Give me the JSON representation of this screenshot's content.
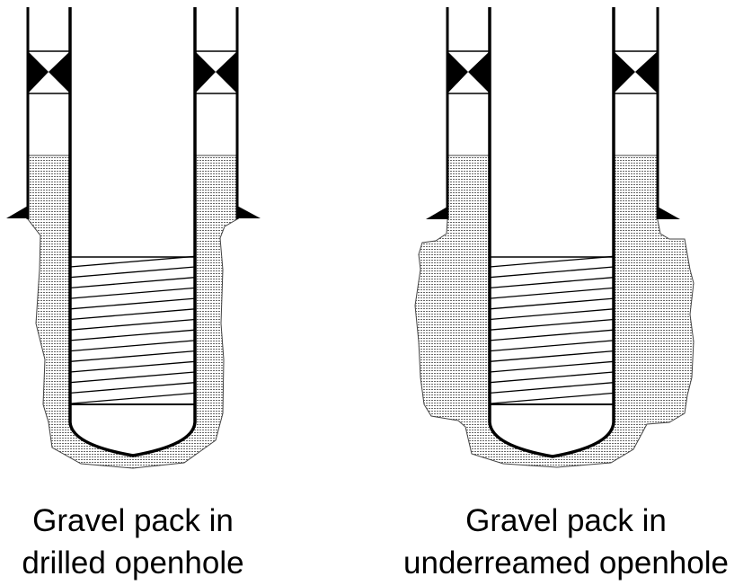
{
  "diagrams": [
    {
      "caption_line1": "Gravel pack in",
      "caption_line2": "drilled openhole"
    },
    {
      "caption_line1": "Gravel pack in",
      "caption_line2": "underreamed openhole"
    }
  ],
  "colors": {
    "line": "#000000",
    "gravel_dots": "#555555",
    "formation_wall": "#444444"
  }
}
